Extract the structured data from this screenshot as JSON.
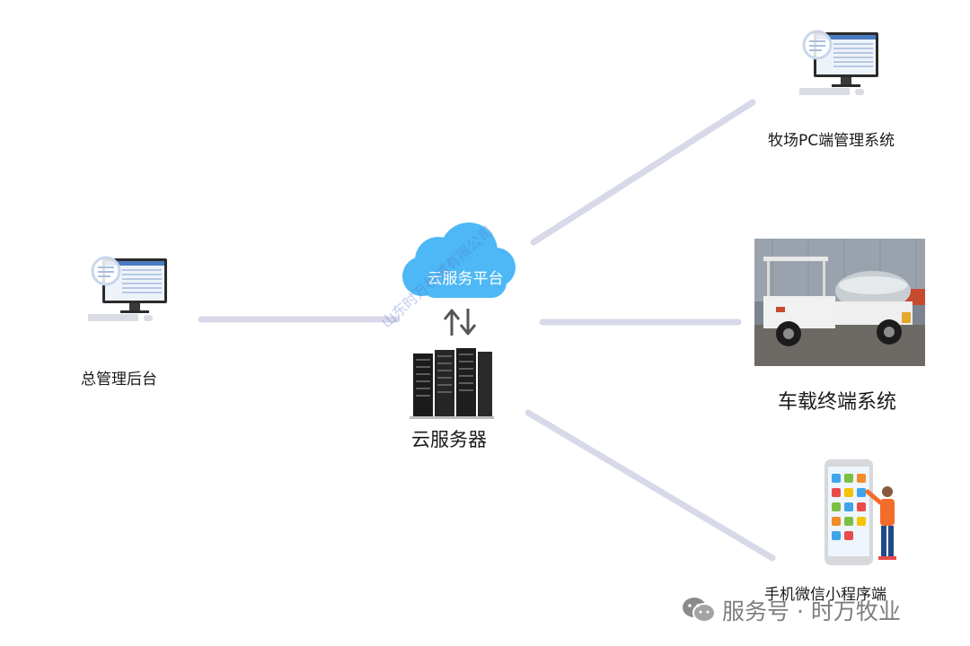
{
  "diagram": {
    "center": {
      "cloud_label": "云服务平台",
      "server_label": "云服务器",
      "watermark": "山东时万机械有限公司"
    },
    "nodes": [
      {
        "id": "admin",
        "label": "总管理后台",
        "icon": "desktop-computer-icon"
      },
      {
        "id": "pc",
        "label": "牧场PC端管理系统",
        "icon": "desktop-computer-icon"
      },
      {
        "id": "vehicle",
        "label": "车载终端系统",
        "icon": "tank-truck-photo"
      },
      {
        "id": "mobile",
        "label": "手机微信小程序端",
        "icon": "smartphone-user-icon"
      }
    ],
    "footer": {
      "icon": "wechat-icon",
      "text": "服务号 · 时万牧业"
    },
    "colors": {
      "cloud": "#4db8f5",
      "connector": "#d8d9e8",
      "server": "#1b1b1b"
    }
  }
}
